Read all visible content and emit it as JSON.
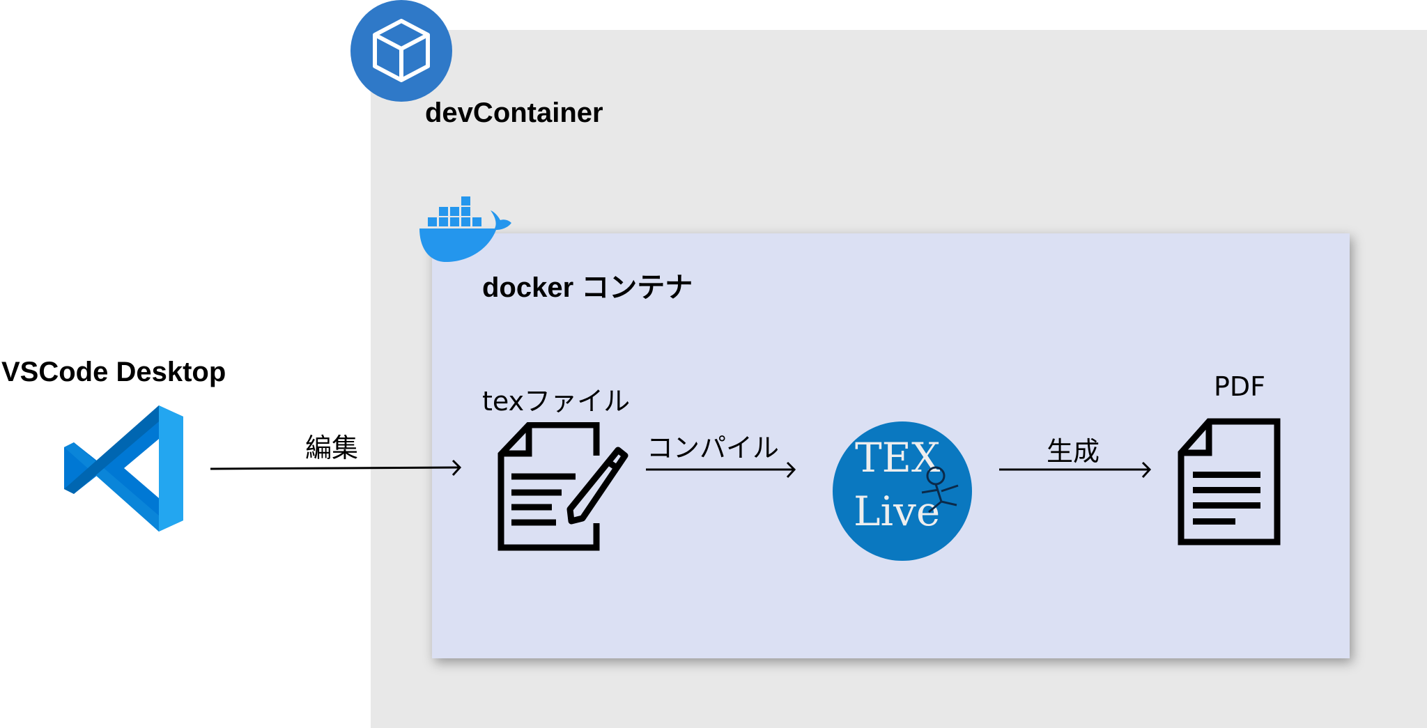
{
  "vscode": {
    "title": "VSCode Desktop",
    "icon": "vscode-logo-icon",
    "color": "#1f9cf0"
  },
  "devcontainer": {
    "title": "devContainer",
    "icon": "cube-icon",
    "icon_bg": "#2f79c8",
    "bg": "#e8e8e8"
  },
  "docker": {
    "title": "docker コンテナ",
    "icon": "docker-whale-icon",
    "icon_color": "#2496ed",
    "bg": "#dbe0f3"
  },
  "nodes": {
    "tex_file": {
      "label": "texファイル",
      "icon": "document-edit-icon"
    },
    "texlive": {
      "label_top": "TEX",
      "label_bottom": "Live",
      "icon": "texlive-logo-icon",
      "color": "#0a78c0"
    },
    "pdf": {
      "label": "PDF",
      "icon": "document-icon"
    }
  },
  "edges": {
    "edit": {
      "label": "編集"
    },
    "compile": {
      "label": "コンパイル"
    },
    "generate": {
      "label": "生成"
    }
  }
}
